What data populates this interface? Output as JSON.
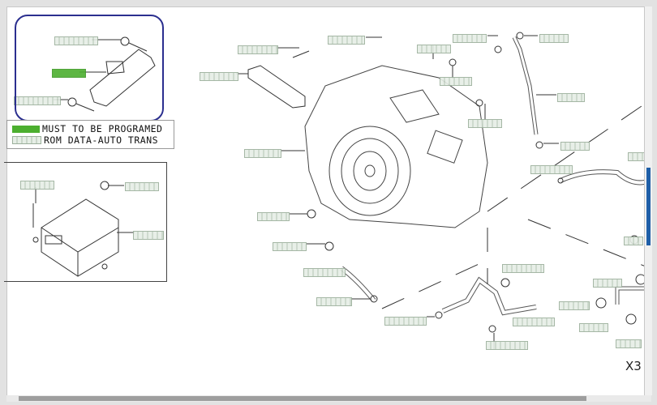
{
  "legend": {
    "items": [
      {
        "label": "MUST TO BE PROGRAMED",
        "swatch_color": "#4caf2f"
      },
      {
        "label": "ROM DATA-AUTO TRANS",
        "swatch_color": "#e6eee6"
      }
    ]
  },
  "view": {
    "view_marker": "X3"
  },
  "colors": {
    "frame_border": "#2b2f8f",
    "highlight": "#4caf2f",
    "scroll_thumb": "#1f5fa8"
  }
}
